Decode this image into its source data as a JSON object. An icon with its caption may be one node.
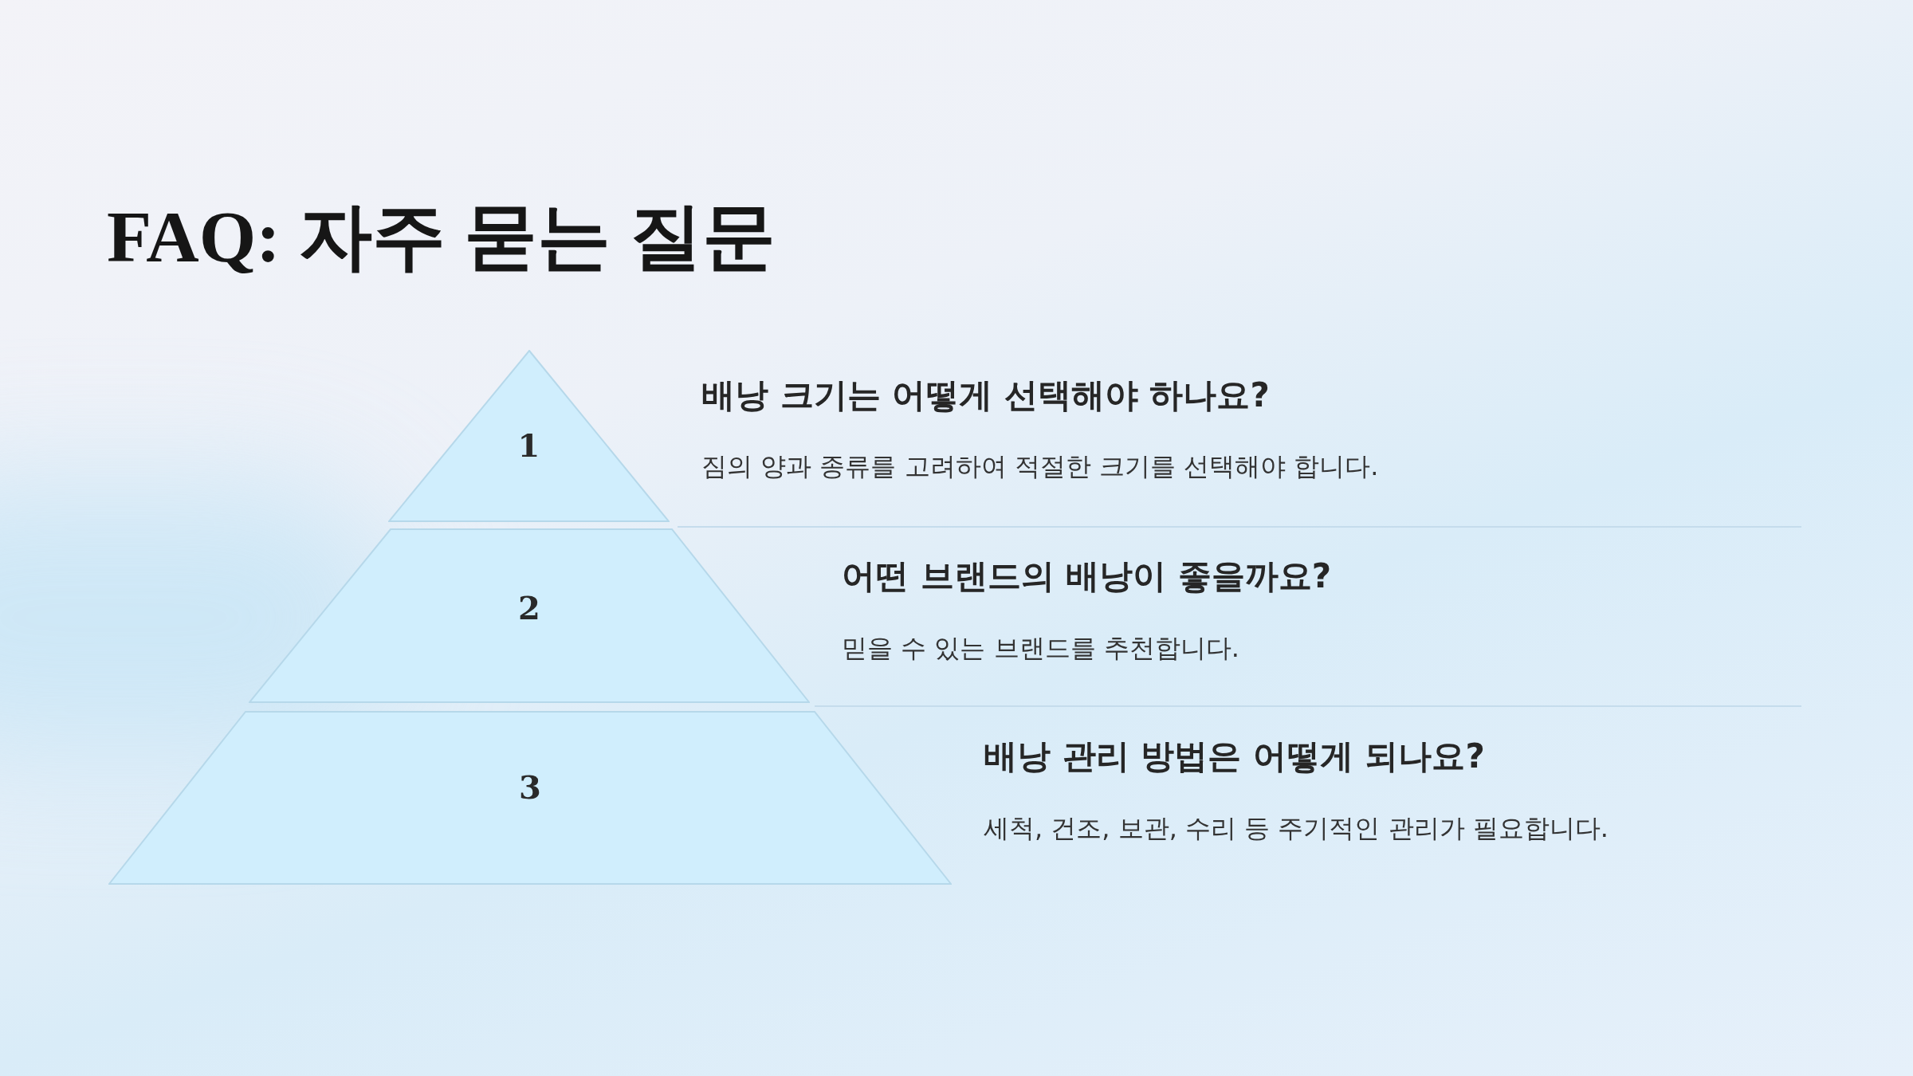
{
  "diagram": {
    "title": "FAQ: 자주 묻는 질문",
    "nodes": [
      {
        "text": [
          "1"
        ]
      },
      {
        "text": [
          "2"
        ]
      },
      {
        "text": [
          "3"
        ]
      }
    ],
    "labels": [
      "배낭 크기는 어떻게 선택해야 하나요?",
      "짐의 양과 종류를 고려하여 적절한 크기를 선택해야 합니다.",
      "어떤 브랜드의 배낭이 좋을까요?",
      "믿을 수 있는 브랜드를 추천합니다.",
      "배낭 관리 방법은 어떻게 되나요?",
      "세척, 건조, 보관, 수리 등 주기적인 관리가 필요합니다."
    ]
  }
}
